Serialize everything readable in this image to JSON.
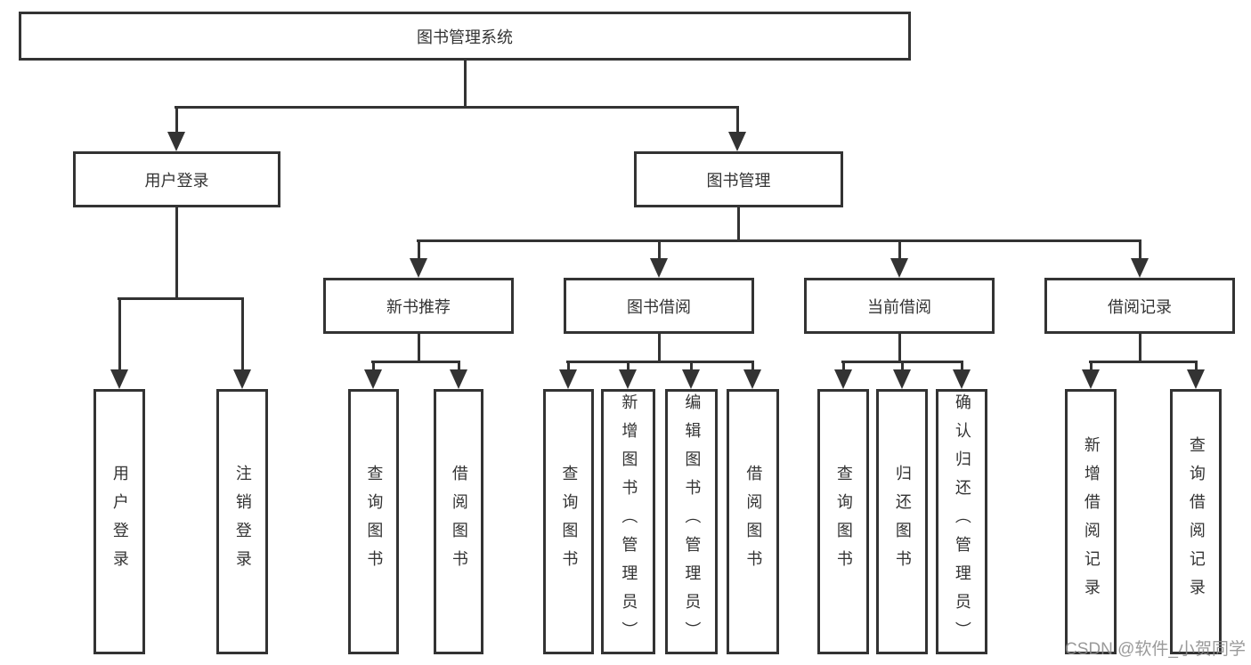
{
  "diagram": {
    "root": {
      "label": "图书管理系统"
    },
    "level2": [
      {
        "label": "用户登录",
        "parent": "图书管理系统"
      },
      {
        "label": "图书管理",
        "parent": "图书管理系统"
      }
    ],
    "level3": [
      {
        "label": "新书推荐",
        "parent": "图书管理"
      },
      {
        "label": "图书借阅",
        "parent": "图书管理"
      },
      {
        "label": "当前借阅",
        "parent": "图书管理"
      },
      {
        "label": "借阅记录",
        "parent": "图书管理"
      }
    ],
    "leaves": [
      {
        "label": "用户登录",
        "parent": "用户登录"
      },
      {
        "label": "注销登录",
        "parent": "用户登录"
      },
      {
        "label": "查询图书",
        "parent": "新书推荐"
      },
      {
        "label": "借阅图书",
        "parent": "新书推荐"
      },
      {
        "label": "查询图书",
        "parent": "图书借阅"
      },
      {
        "label": "新增图书（管理员）",
        "parent": "图书借阅"
      },
      {
        "label": "编辑图书（管理员）",
        "parent": "图书借阅"
      },
      {
        "label": "借阅图书",
        "parent": "图书借阅"
      },
      {
        "label": "查询图书",
        "parent": "当前借阅"
      },
      {
        "label": "归还图书",
        "parent": "当前借阅"
      },
      {
        "label": "确认归还（管理员）",
        "parent": "当前借阅"
      },
      {
        "label": "新增借阅记录",
        "parent": "借阅记录"
      },
      {
        "label": "查询借阅记录",
        "parent": "借阅记录"
      }
    ],
    "watermark": "CSDN @软件_小贺同学",
    "colors": {
      "line": "#333333",
      "text": "#333333",
      "box_fill": "#ffffff",
      "page_background": "#ffffff",
      "watermark": "#8c8c8c"
    }
  }
}
